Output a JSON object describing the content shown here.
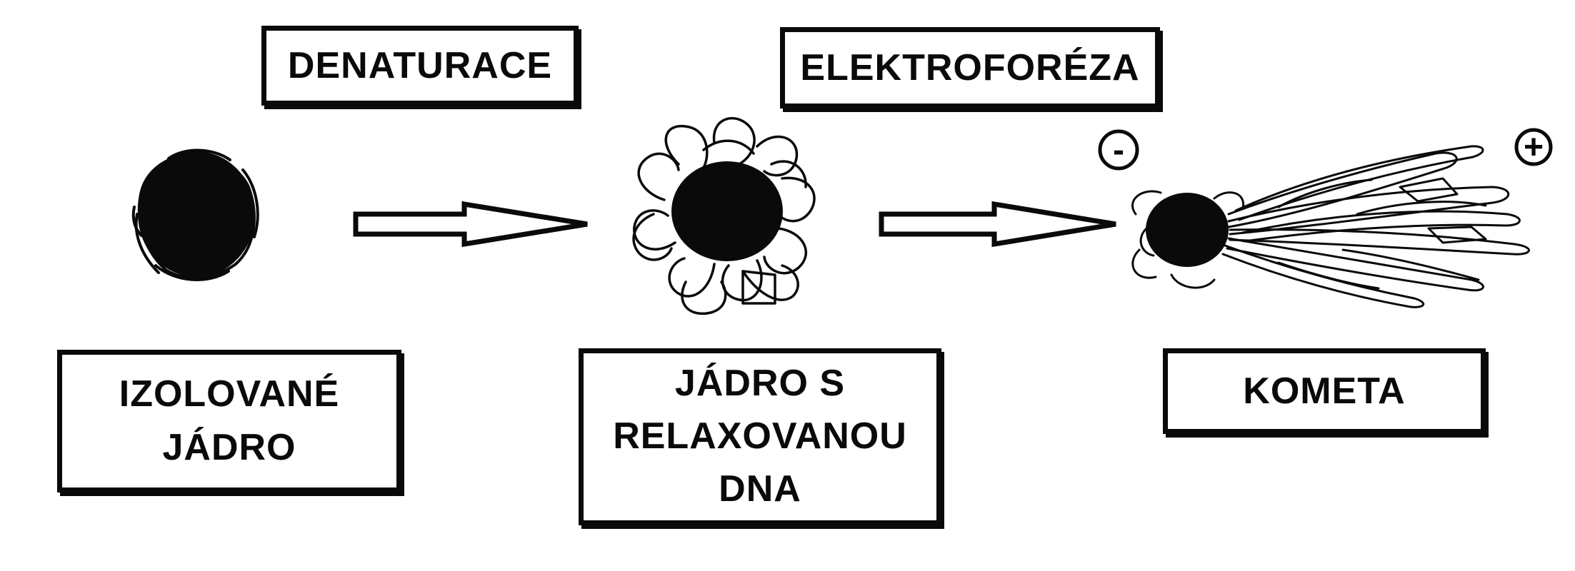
{
  "labels": {
    "denaturace": "DENATURACE",
    "elektroforeza": "ELEKTROFORÉZA",
    "izolovane_jadro": [
      "IZOLOVANÉ",
      "JÁDRO"
    ],
    "jadro_s_relaxovanou_dna": [
      "JÁDRO S",
      "RELAXOVANOU",
      "DNA"
    ],
    "kometa": "KOMETA"
  },
  "poles": {
    "negative": "-",
    "positive": "+"
  },
  "colors": {
    "ink": "#0a0a0a",
    "background": "#ffffff"
  }
}
